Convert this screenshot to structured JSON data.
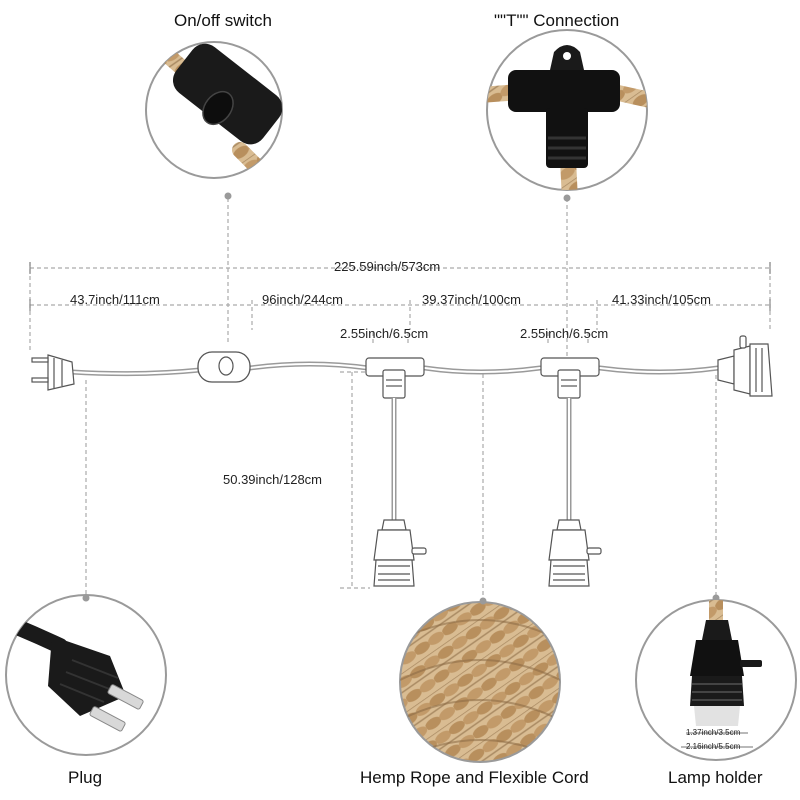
{
  "callouts": {
    "switch": "On/off switch",
    "tee": "\"\"T\"\" Connection",
    "plug": "Plug",
    "rope": "Hemp Rope and Flexible Cord",
    "holder": "Lamp holder"
  },
  "dimensions": {
    "total": "225.59inch/573cm",
    "seg1": "43.7inch/111cm",
    "seg2": "96inch/244cm",
    "seg3": "39.37inch/100cm",
    "seg4": "41.33inch/105cm",
    "tee1_width": "2.55inch/6.5cm",
    "tee2_width": "2.55inch/6.5cm",
    "drop": "50.39inch/128cm",
    "holder_inner": "1.37inch/3.5cm",
    "holder_outer": "2.16inch/5.5cm"
  },
  "colors": {
    "cord": "#9a9a9a",
    "dash": "#aaaaaa",
    "part": "#1a1a1a",
    "hemp": "#c9a77c",
    "hemp_dark": "#8a6a44",
    "circle_border": "#9a9a9a"
  },
  "icons": [
    "plug-icon",
    "switch-icon",
    "tee-connector-icon",
    "socket-icon",
    "hemp-rope-icon",
    "lamp-holder-icon"
  ]
}
